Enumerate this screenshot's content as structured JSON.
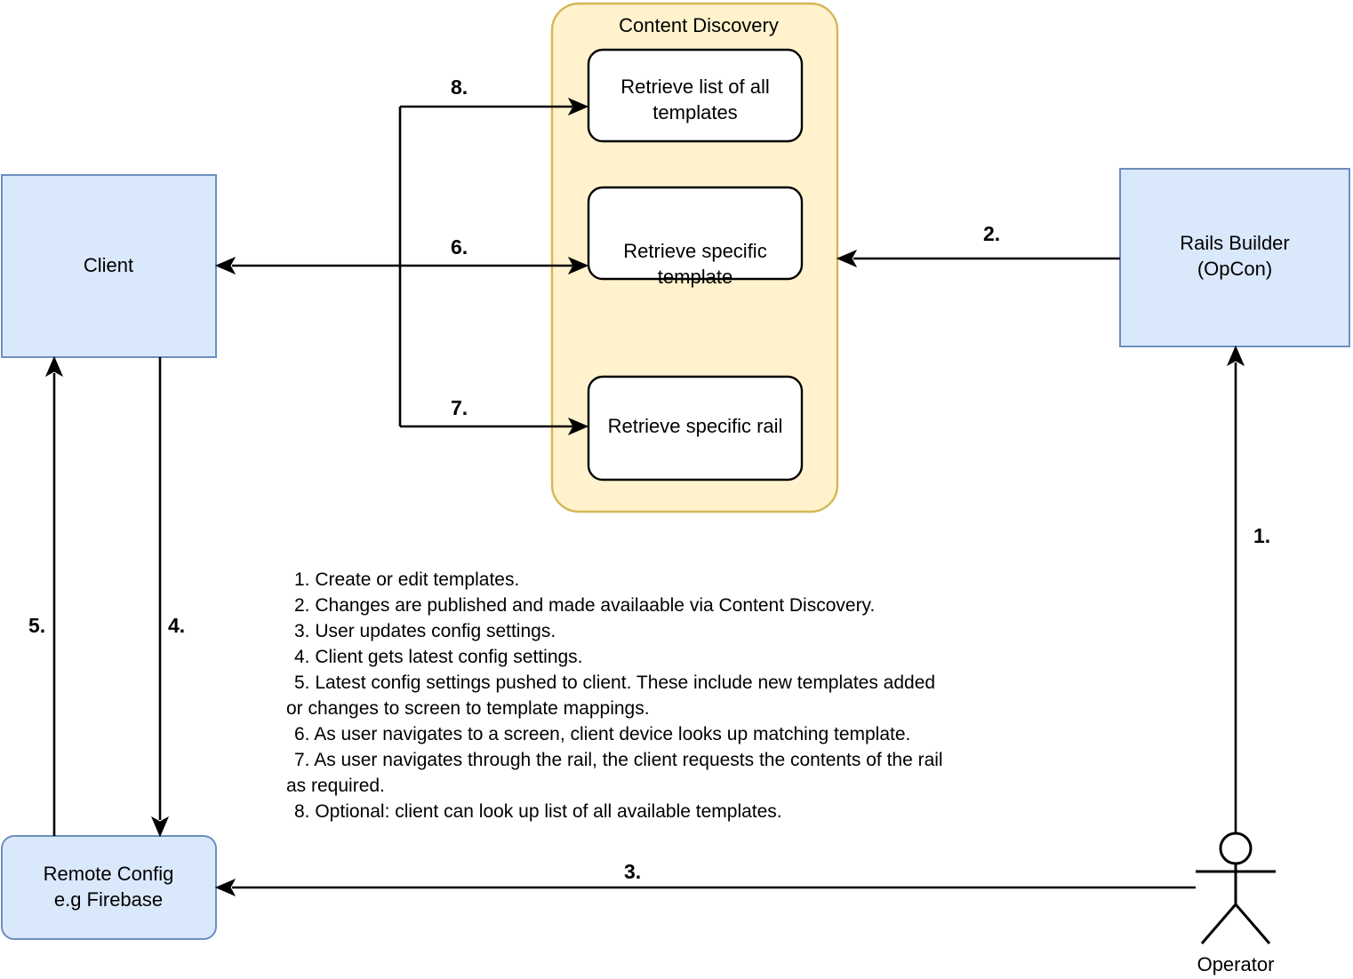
{
  "diagram": {
    "title": "Content Discovery architecture flow",
    "colors": {
      "node_fill": "#dae8fc",
      "node_stroke": "#6c8ebf",
      "group_fill": "#fff2cc",
      "group_stroke": "#d6b656",
      "process_fill": "#ffffff",
      "process_stroke": "#000000",
      "edge": "#000000"
    },
    "group": {
      "title": "Content Discovery",
      "processes": [
        {
          "id": "retrieve-all-templates",
          "line1": "Retrieve list of all",
          "line2": "templates"
        },
        {
          "id": "retrieve-specific-template",
          "line1": "Retrieve specific",
          "line2": "template"
        },
        {
          "id": "retrieve-specific-rail",
          "line1": "Retrieve specific rail",
          "line2": ""
        }
      ]
    },
    "nodes": {
      "client": {
        "line1": "Client",
        "line2": ""
      },
      "remote_config": {
        "line1": "Remote Config",
        "line2": "e.g Firebase"
      },
      "rails_builder": {
        "line1": "Rails Builder",
        "line2": "(OpCon)"
      },
      "operator": {
        "label": "Operator"
      }
    },
    "step_labels": {
      "s1": "1.",
      "s2": "2.",
      "s3": "3.",
      "s4": "4.",
      "s5": "5.",
      "s6": "6.",
      "s7": "7.",
      "s8": "8."
    },
    "legend": {
      "lines": [
        "1. Create or edit templates.",
        "2. Changes are published and made availaable via Content Discovery.",
        "3. User updates config settings.",
        "4. Client gets latest config settings.",
        "5. Latest config settings pushed to client. These include new templates added",
        "or changes to screen to template mappings.",
        "6. As user navigates to a screen, client device looks up matching template.",
        "7. As user navigates through the rail, the client requests the contents of the rail",
        "as required.",
        "8. Optional: client can look up list of all available templates."
      ]
    }
  }
}
